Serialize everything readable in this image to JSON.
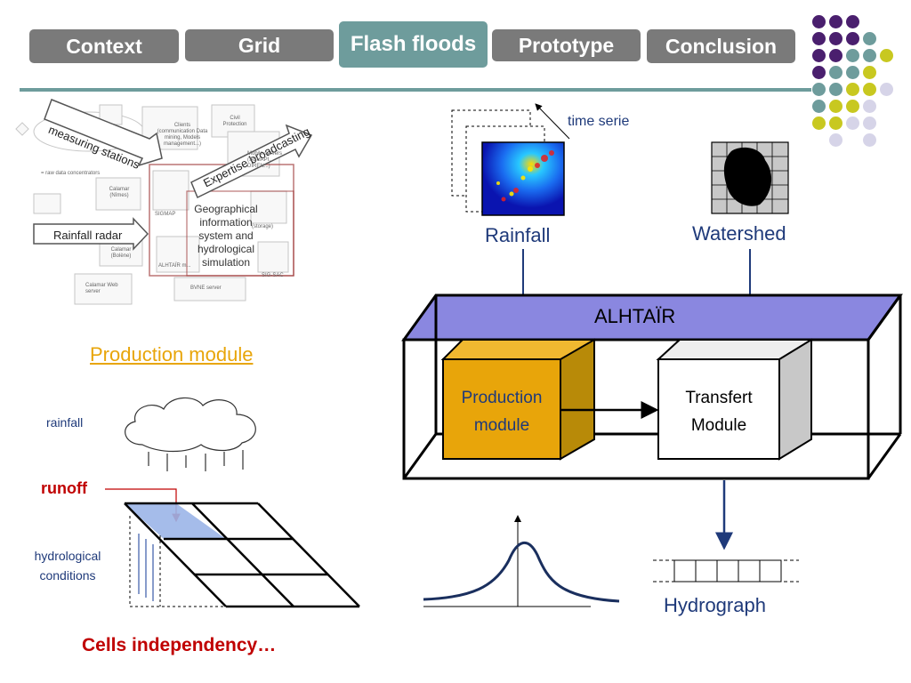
{
  "nav": {
    "tabs": [
      {
        "label": "Context"
      },
      {
        "label": "Grid"
      },
      {
        "label": "Flash floods"
      },
      {
        "label": "Prototype"
      },
      {
        "label": "Conclusion"
      }
    ],
    "active_tab": "Flash floods"
  },
  "colors": {
    "tab_inactive": "#7a7a7a",
    "tab_active": "#6e9c9c",
    "purple": "#4a1f6e",
    "teal": "#6e9c9c",
    "olive": "#c8c820",
    "lavender": "#d6d4e8",
    "production_orange": "#e8a50a",
    "alhtair_top": "#8a87e0",
    "red_text": "#c00000",
    "blue_text": "#1f3a7a"
  },
  "architecture_figure": {
    "arrow_left": "measuring stations",
    "arrow_right": "Expertise broadcasting",
    "center_label": "Geographical information system and hydrological simulation",
    "rainfall_radar": "Rainfall radar",
    "small_labels": {
      "raw_data": "= raw data concentrators",
      "clients": "Clients (communication Data mining, Models management...)",
      "civil_protection": "Civil Protection",
      "mobile_servers": "Mobile servers (SCHAPI, DIREN...)",
      "calamar_nimes": "Calamar (Nîmes)",
      "calamar_bolene": "Calamar (Bolène)",
      "sigmap": "SIGMAP",
      "alhtair_m": "ALHTAÏR m...",
      "storage": "(storage)",
      "sig_sac": "SIG-SAC",
      "calamar_web": "Calamar Web server",
      "bvne": "BVNE server"
    }
  },
  "production_module_title": "Production module",
  "grid_figure": {
    "rainfall": "rainfall",
    "runoff": "runoff",
    "hydrological_conditions": "hydrological conditions",
    "caption": "Cells independency…"
  },
  "alhtair_diagram": {
    "time_serie": "time serie",
    "rainfall": "Rainfall",
    "watershed": "Watershed",
    "alhtair": "ALHTAÏR",
    "production_module": "Production module",
    "transfert_module": "Transfert Module",
    "hydrograph": "Hydrograph"
  }
}
